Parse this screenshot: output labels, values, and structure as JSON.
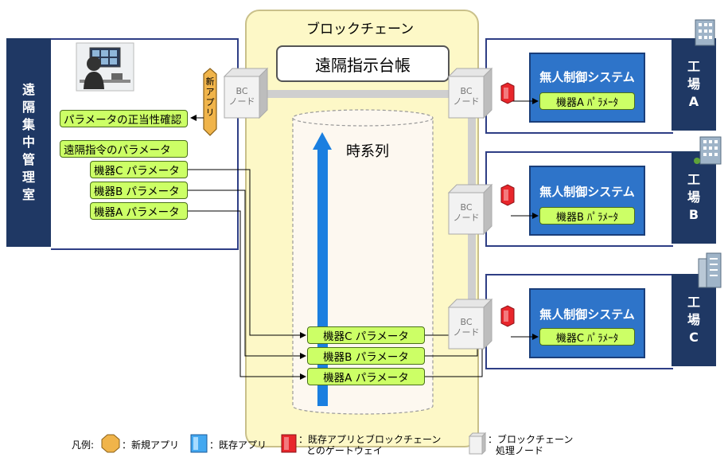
{
  "control_room": {
    "label_chars": [
      "遠",
      "隔",
      "集",
      "中",
      "管",
      "理",
      "室"
    ],
    "verify_label": "パラメータの正当性確認",
    "command_label": "遠隔指令のパラメータ",
    "params": [
      "機器C パラメータ",
      "機器B パラメータ",
      "機器A パラメータ"
    ],
    "new_app_chars": [
      "新",
      "ア",
      "プ",
      "リ"
    ]
  },
  "blockchain": {
    "title": "ブロックチェーン",
    "ledger": "遠隔指示台帳",
    "timeline": "時系列",
    "records": [
      "機器C パラメータ",
      "機器B パラメータ",
      "機器A パラメータ"
    ]
  },
  "bc_node": {
    "line1": "BC",
    "line2": "ノード"
  },
  "factories": [
    {
      "chars": [
        "工",
        "場",
        "A"
      ],
      "system": "無人制御システム",
      "param": "機器A ﾊﾟﾗﾒｰﾀ"
    },
    {
      "chars": [
        "工",
        "場",
        "B"
      ],
      "system": "無人制御システム",
      "param": "機器B ﾊﾟﾗﾒｰﾀ"
    },
    {
      "chars": [
        "工",
        "場",
        "C"
      ],
      "system": "無人制御システム",
      "param": "機器C ﾊﾟﾗﾒｰﾀ"
    }
  ],
  "legend": {
    "title": "凡例:",
    "new_app": "：新規アプリ",
    "existing_app": "：既存アプリ",
    "gateway_line1": "：既存アプリとブロックチェーン",
    "gateway_line2": "とのゲートウェイ",
    "node_line1": "：ブロックチェーン",
    "node_line2": "処理ノード"
  },
  "colors": {
    "navy": "#1f3864",
    "panel_yellow": "#fdf8c7",
    "param_green": "#ccff66",
    "system_blue": "#2e74c9",
    "gateway_red": "#e8262b",
    "new_app_gold": "#f0b44a",
    "time_arrow": "#1a7fe0"
  }
}
